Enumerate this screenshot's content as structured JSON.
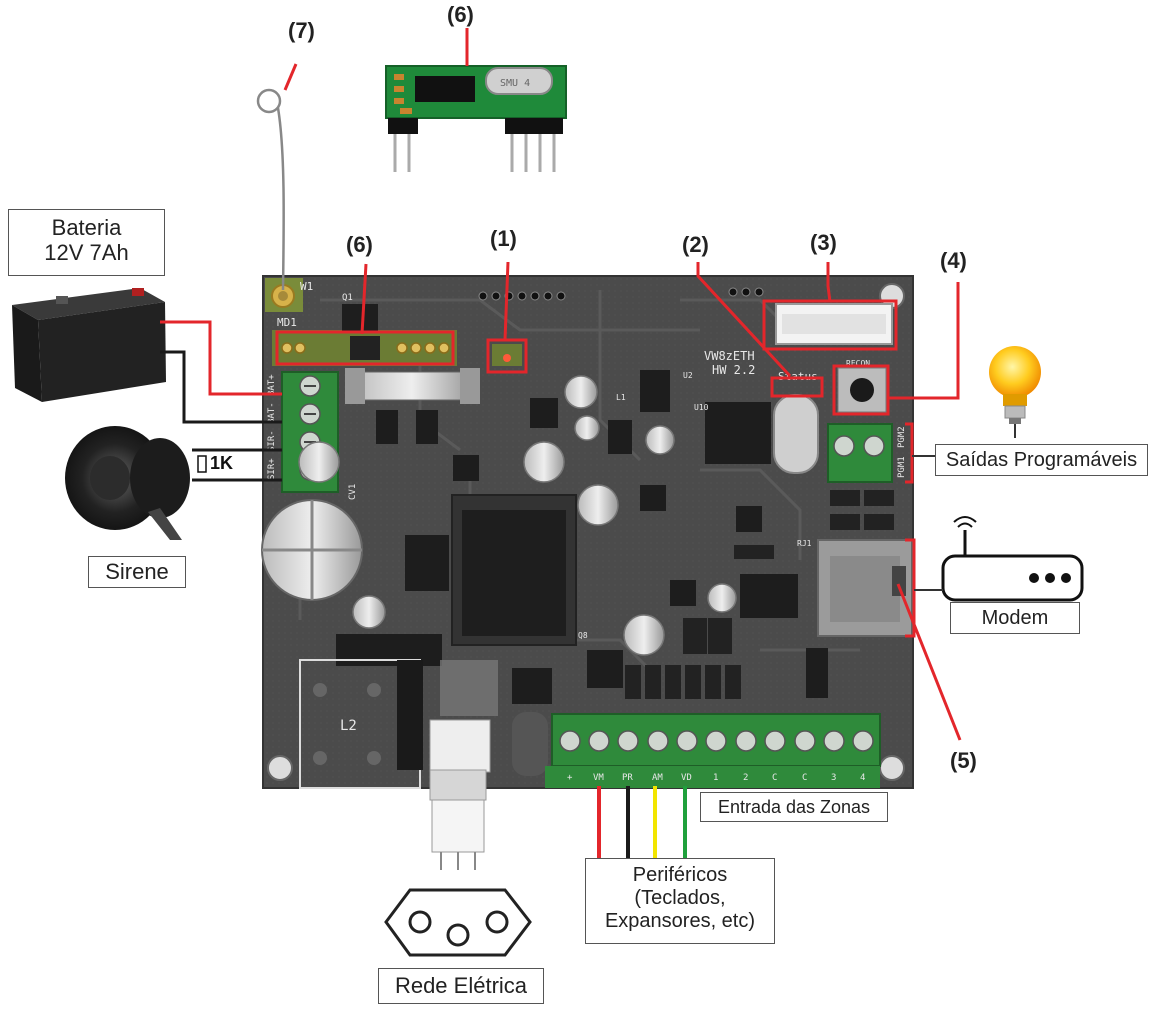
{
  "callouts": {
    "c1": "(1)",
    "c2": "(2)",
    "c3": "(3)",
    "c4": "(4)",
    "c5": "(5)",
    "c6_top": "(6)",
    "c6_board": "(6)",
    "c7": "(7)"
  },
  "labels": {
    "battery_line1": "Bateria",
    "battery_line2": "12V 7Ah",
    "siren": "Sirene",
    "resistor": "1K",
    "outputs": "Saídas Programáveis",
    "modem": "Modem",
    "zones": "Entrada das Zonas",
    "peripherals_line1": "Periféricos",
    "peripherals_line2": "(Teclados,",
    "peripherals_line3": "Expansores, etc)",
    "mains": "Rede Elétrica"
  },
  "board_silkscreen": {
    "w1": "W1",
    "md1": "MD1",
    "q1": "Q1",
    "model": "VW8zETH",
    "hw": "HW 2.2",
    "status": "Status",
    "u2": "U2",
    "u10": "U10",
    "l1": "L1",
    "l2": "L2",
    "recon": "RECON",
    "rj1": "RJ1",
    "q8": "Q8",
    "cv1": "CV1",
    "module_chip": "SMU 4",
    "bat_plus": "BAT+",
    "bat_minus": "BAT-",
    "sir_minus": "SIR-",
    "sir_plus": "SIR+",
    "pgm1": "PGM1",
    "pgm2": "PGM2",
    "terminals": [
      "+",
      "VM",
      "PR",
      "AM",
      "VD",
      "1",
      "2",
      "C",
      "C",
      "3",
      "4"
    ]
  },
  "colors": {
    "board": "#4a4a4a",
    "highlight": "#e3262b",
    "terminal_green": "#2e8b3a",
    "wire_red": "#e3262b",
    "wire_black": "#1a1a1a",
    "wire_yellow": "#f2e500",
    "wire_green": "#1fa03c"
  },
  "icons": [
    "antenna-icon",
    "rf-module-icon",
    "battery-icon",
    "siren-icon",
    "lamp-icon",
    "modem-icon",
    "power-plug-icon"
  ]
}
